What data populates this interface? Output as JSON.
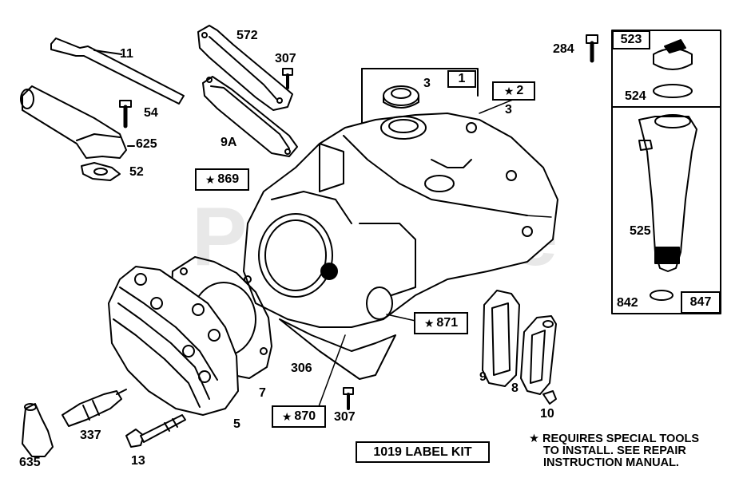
{
  "watermark": "PartsTree",
  "parts": {
    "p11": "11",
    "p54": "54",
    "p625": "625",
    "p52": "52",
    "p572": "572",
    "p307a": "307",
    "p9a": "9A",
    "p1": "1",
    "p2": "2",
    "p3a": "3",
    "p3b": "3",
    "p284": "284",
    "p523": "523",
    "p524": "524",
    "p525": "525",
    "p842": "842",
    "p847": "847",
    "p869": "869",
    "p871": "871",
    "p870": "870",
    "p306": "306",
    "p307b": "307",
    "p7": "7",
    "p5": "5",
    "p9": "9",
    "p8": "8",
    "p10": "10",
    "p337": "337",
    "p635": "635",
    "p13": "13"
  },
  "label_kit": "1019 LABEL KIT",
  "note": {
    "line1": "★ REQUIRES SPECIAL TOOLS",
    "line2": "TO INSTALL.  SEE REPAIR",
    "line3": "INSTRUCTION MANUAL."
  }
}
